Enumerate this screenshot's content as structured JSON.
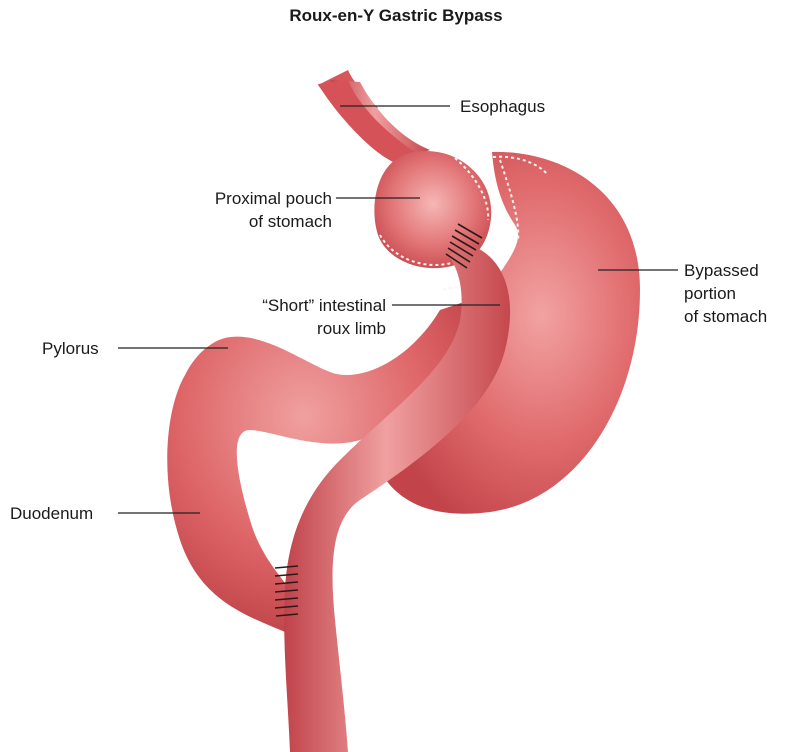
{
  "title": "Roux-en-Y Gastric Bypass",
  "labels": {
    "esophagus": "Esophagus",
    "pouch_line1": "Proximal pouch",
    "pouch_line2": "of stomach",
    "bypassed_line1": "Bypassed",
    "bypassed_line2": "portion",
    "bypassed_line3": "of stomach",
    "roux_line1": "“Short” intestinal",
    "roux_line2": "roux limb",
    "pylorus": "Pylorus",
    "duodenum": "Duodenum"
  },
  "colors": {
    "tissue": "#d9565a",
    "tissue_dark": "#b83a40",
    "highlight": "#f3a3a3",
    "leader": "#222222"
  }
}
